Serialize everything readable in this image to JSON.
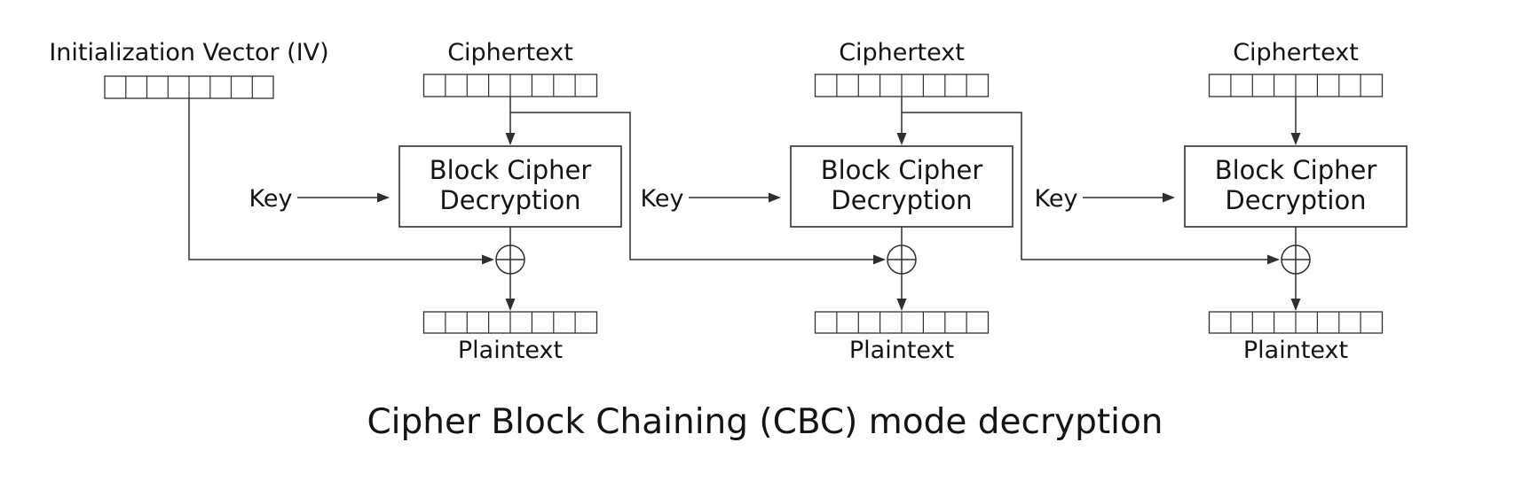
{
  "diagram": {
    "caption": "Cipher Block Chaining (CBC) mode decryption",
    "iv": {
      "label": "Initialization Vector (IV)"
    },
    "units": [
      {
        "ciphertext_label": "Ciphertext",
        "key_label": "Key",
        "block_line1": "Block Cipher",
        "block_line2": "Decryption",
        "plaintext_label": "Plaintext"
      },
      {
        "ciphertext_label": "Ciphertext",
        "key_label": "Key",
        "block_line1": "Block Cipher",
        "block_line2": "Decryption",
        "plaintext_label": "Plaintext"
      },
      {
        "ciphertext_label": "Ciphertext",
        "key_label": "Key",
        "block_line1": "Block Cipher",
        "block_line2": "Decryption",
        "plaintext_label": "Plaintext"
      }
    ]
  },
  "colors": {
    "background": "#ffffff",
    "line": "#2f2f2f",
    "text": "#141414"
  }
}
